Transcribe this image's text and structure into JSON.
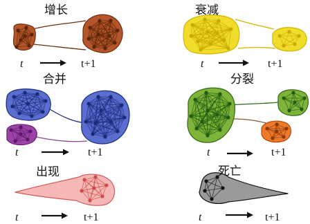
{
  "panels": {
    "growth": {
      "title": "增长",
      "t0": "t",
      "t1": "t+1",
      "colors": {
        "fill": "#b5552a",
        "edge": "#6e2f10",
        "node": "#5a2608"
      }
    },
    "decay": {
      "title": "衰减",
      "t0": "t",
      "t1": "t+1",
      "colors": {
        "fill": "#f0dd2a",
        "edge": "#d2b400",
        "node": "#c9aa00"
      }
    },
    "merge": {
      "title": "合并",
      "t0": "t",
      "t1": "t+1",
      "colors": {
        "fill": "#5a6ed0",
        "fill2": "#9c43a8",
        "edge": "#1d2f7a",
        "node": "#1b2a78"
      }
    },
    "split": {
      "title": "分裂",
      "t0": "t",
      "t1": "t+1",
      "colors": {
        "fill": "#7fb33a",
        "fill2": "#ef7a2c",
        "edge": "#2f6a14",
        "node": "#1f5c10"
      }
    },
    "birth": {
      "title": "出现",
      "t0": "t",
      "t1": "t+1",
      "colors": {
        "fill": "#f6b7b7",
        "edge": "#d05a5a",
        "node": "#d04a4a"
      }
    },
    "death": {
      "title": "死亡",
      "t0": "t",
      "t1": "t+1",
      "colors": {
        "fill": "#9a9a9a",
        "edge": "#111111",
        "node": "#111111"
      }
    }
  },
  "icons": {
    "arrow": "right-arrow-icon"
  }
}
